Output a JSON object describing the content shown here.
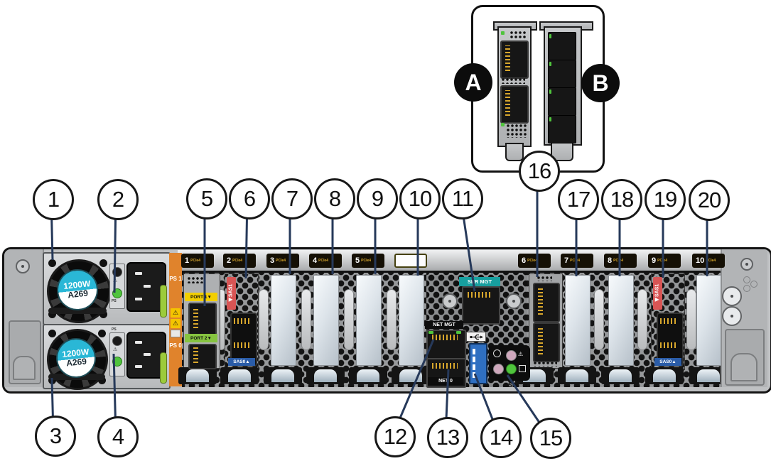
{
  "callouts": [
    "1",
    "2",
    "3",
    "4",
    "5",
    "6",
    "7",
    "8",
    "9",
    "10",
    "11",
    "12",
    "13",
    "14",
    "15",
    "16",
    "17",
    "18",
    "19",
    "20"
  ],
  "inset": {
    "card_a_label": "A",
    "card_b_label": "B"
  },
  "psu": {
    "wattage": "1200W",
    "model": "A269",
    "ps1_label": "PS 1",
    "ps0_label": "PS 0",
    "led_group_label": "PS"
  },
  "slots": {
    "tags": [
      {
        "num": "1",
        "bus": "PCIe4"
      },
      {
        "num": "2",
        "bus": "PCIe4"
      },
      {
        "num": "3",
        "bus": "PCIe4"
      },
      {
        "num": "4",
        "bus": "PCIe4"
      },
      {
        "num": "5",
        "bus": "PCIe4"
      },
      {
        "num": "",
        "bus": ""
      },
      {
        "num": "6",
        "bus": "PCIe4"
      },
      {
        "num": "7",
        "bus": "PCIe4"
      },
      {
        "num": "8",
        "bus": "PCIe4"
      },
      {
        "num": "9",
        "bus": "PCIe4"
      },
      {
        "num": "10",
        "bus": "PCIe4"
      }
    ],
    "port1_label": "PORT 1▼",
    "port2_label": "PORT 2▼",
    "sas1_label": "◀SAS1",
    "sas0_label": "SAS0▲"
  },
  "io": {
    "ser_mgt": "SER MGT",
    "net_mgt": "NET MGT",
    "net0": "NET 0",
    "sp": "SP"
  },
  "warning_glyph": "⚠",
  "colors": {
    "callout_line": "#26395a",
    "teal": "#179f9f",
    "orange": "#e0832c",
    "yellow": "#f2cf00",
    "green": "#86c440",
    "red": "#d85555",
    "blue": "#2a5ca8",
    "cyan": "#2ab7d6",
    "lime": "#9ccb3b",
    "usb": "#2f6fc1",
    "led_green": "#4fc43c",
    "gold": "#d7a62c"
  }
}
